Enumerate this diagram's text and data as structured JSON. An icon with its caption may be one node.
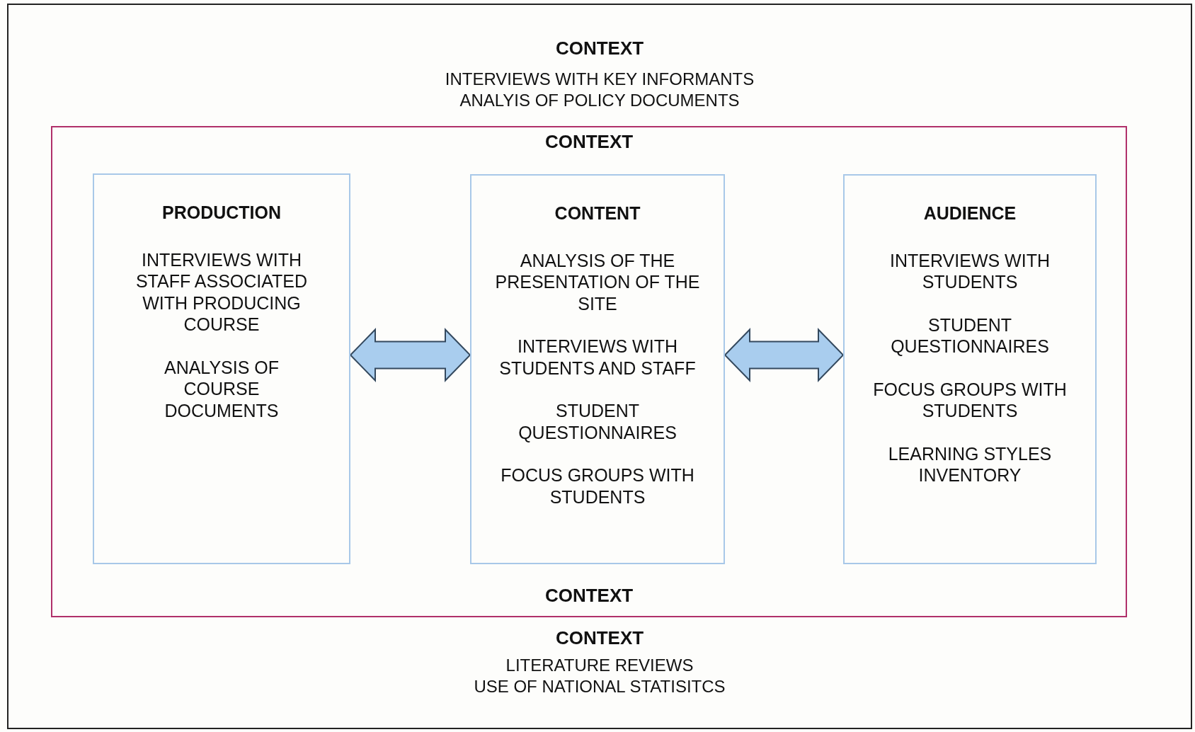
{
  "diagram": {
    "nodes": [
      {
        "text": [
          "CONTEXT",
          "INTERVIEWS WITH KEY INFORMANTS",
          "ANALYIS OF POLICY DOCUMENTS",
          "CONTEXT",
          "LITERATURE REVIEWS",
          "USE OF NATIONAL STATISITCS"
        ]
      },
      {
        "text": [
          "CONTEXT",
          "CONTEXT"
        ],
        "in": 0
      },
      {
        "text": [
          "PRODUCTION",
          "INTERVIEWS WITH STAFF ASSOCIATED WITH PRODUCING COURSE",
          "ANALYSIS OF COURSE DOCUMENTS"
        ],
        "in": 1
      },
      {
        "text": [
          "CONTENT",
          "ANALYSIS OF THE PRESENTATION OF THE SITE",
          "INTERVIEWS WITH STUDENTS AND STAFF",
          "STUDENT QUESTIONNAIRES",
          "FOCUS GROUPS WITH STUDENTS"
        ],
        "in": 1
      },
      {
        "text": [
          "AUDIENCE",
          "INTERVIEWS WITH STUDENTS",
          "STUDENT QUESTIONNAIRES",
          "FOCUS GROUPS WITH STUDENTS",
          "LEARNING STYLES INVENTORY"
        ],
        "in": 1
      }
    ],
    "edges": [
      {
        "from": 2,
        "to": 3,
        "arrow": "both",
        "style": "thick"
      },
      {
        "from": 3,
        "to": 4,
        "arrow": "both",
        "style": "thick"
      }
    ]
  }
}
